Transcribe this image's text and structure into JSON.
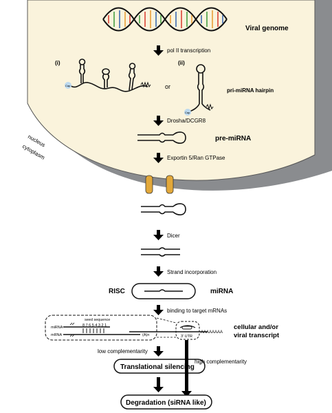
{
  "labels": {
    "viral_genome": "Viral genome",
    "pol2": "pol II transcription",
    "opt_i": "(i)",
    "opt_ii": "(ii)",
    "or": "or",
    "cap": "Cap",
    "polyA_short": "AAAAA",
    "pri_mirna": "pri-miRNA hairpin",
    "drosha": "Drosha/DCGR8",
    "pre_mirna": "pre-miRNA",
    "nucleus": "nucleus",
    "cytoplasm": "cytoplasm",
    "exportin": "Exportin 5/Ran GTPase",
    "dicer": "Dicer",
    "strand": "Strand incorporation",
    "risc": "RISC",
    "mirna": "miRNA",
    "binding": "binding to target mRNAs",
    "seed_sequence": "seed sequence",
    "seed_numbers": "8 7 6 5 4 3 2 1",
    "inset_mirna": "miRNA",
    "inset_mrna": "mRNA",
    "inset_polyA": "(A)n",
    "polyA_long": "AAAAAAAA",
    "utr": "3' UTR",
    "cellular_transcript_1": "cellular and/or",
    "cellular_transcript_2": "viral transcript",
    "low_complementarity": "low complementarity",
    "high_complementarity": "high complementarity",
    "translational_silencing": "Translational silencing",
    "degradation": "Degradation (siRNA like)"
  },
  "colors": {
    "nucleus_fill": "#faf3dc",
    "membrane_shadow": "#8a8c8f",
    "pore": "#e2a83a",
    "cap": "#bcd9ef",
    "dna_red": "#d9362b",
    "dna_green": "#3a9a3a",
    "dna_blue": "#2f62b0",
    "dna_orange": "#e79a2c"
  }
}
